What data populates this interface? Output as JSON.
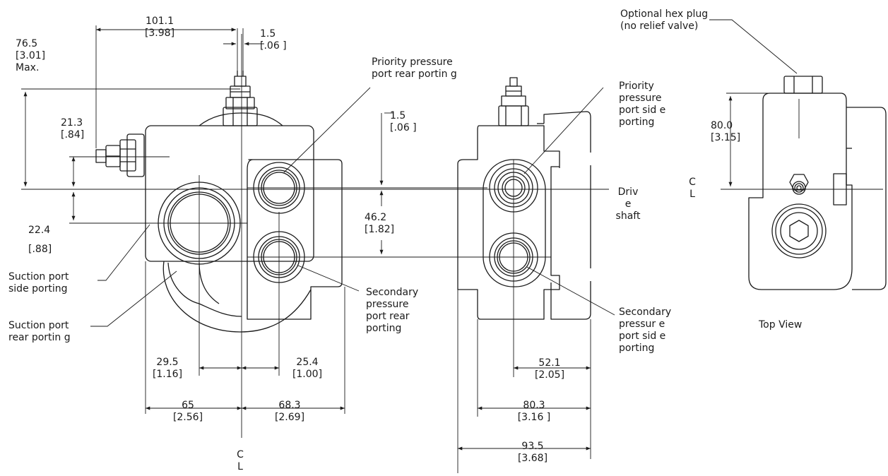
{
  "dimensions": {
    "d101_1": [
      "101.1",
      "[3.98]"
    ],
    "d1_5_top": [
      "1.5",
      "[.06 ]"
    ],
    "d76_5": [
      "76.5",
      "[3.01]",
      "Max."
    ],
    "d21_3": [
      "21.3",
      "[.84]"
    ],
    "d22_4": [
      "22.4",
      "[.88]"
    ],
    "d1_5_mid": [
      "1.5",
      "[.06 ]"
    ],
    "d46_2": [
      "46.2",
      "[1.82]"
    ],
    "d29_5": [
      "29.5",
      "[1.16]"
    ],
    "d25_4": [
      "25.4",
      "[1.00]"
    ],
    "d65": [
      "65",
      "[2.56]"
    ],
    "d68_3": [
      "68.3",
      "[2.69]"
    ],
    "d52_1": [
      "52.1",
      "[2.05]"
    ],
    "d80_3": [
      "80.3",
      "[3.16 ]"
    ],
    "d93_5": [
      "93.5",
      "[3.68]"
    ],
    "d80_0": [
      "80.0",
      "[3.15]"
    ]
  },
  "callouts": {
    "priority_rear": [
      "Priority pressure",
      "port rear portin g"
    ],
    "priority_side": [
      "Priority",
      "pressure",
      "port sid e",
      "porting"
    ],
    "suction_side": [
      "Suction port",
      "side porting"
    ],
    "suction_rear": [
      "Suction port",
      "rear portin g"
    ],
    "secondary_rear": [
      "Secondary",
      "pressure",
      "port rear",
      "porting"
    ],
    "secondary_side": [
      "Secondary",
      "pressur e",
      "port sid e",
      "porting"
    ],
    "hex_plug": [
      "Optional hex plug",
      "(no relief valve)"
    ],
    "drive_shaft": [
      "Driv",
      "e",
      "shaft"
    ]
  },
  "centerline_marks": {
    "front": [
      "C",
      "L"
    ],
    "top": [
      "C",
      "L"
    ]
  },
  "view_labels": {
    "top_view": "Top View"
  }
}
